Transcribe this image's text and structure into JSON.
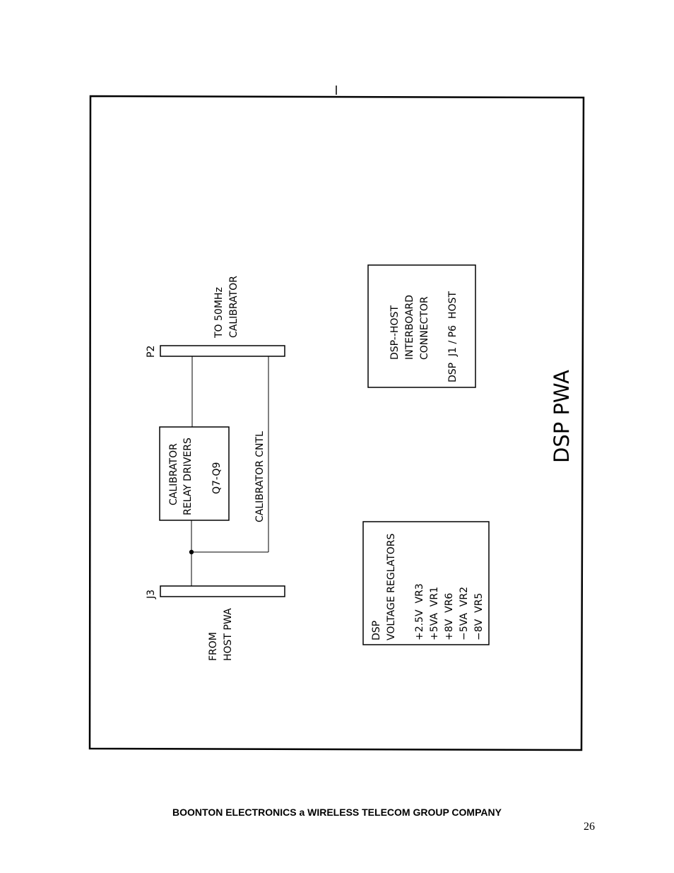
{
  "diagram": {
    "connector_j3": "J3",
    "from_host_lines": [
      "FROM",
      "HOST PWA"
    ],
    "connector_p2": "P2",
    "to_calibrator_lines": [
      "TO 50MHz",
      "CALIBRATOR"
    ],
    "calibrator_drivers_lines": [
      "CALIBRATOR",
      "RELAY DRIVERS",
      "Q7-Q9"
    ],
    "calibrator_cntl": "CALIBRATOR CNTL",
    "dsp_host_lines": [
      "DSP--HOST",
      "INTERBOARD",
      "CONNECTOR",
      "DSP  J1 / P6  HOST"
    ],
    "voltage_reg_lines": [
      "DSP",
      "VOLTAGE REGLATORS",
      "+2.5V  VR3",
      "+5VA  VR1",
      "+8V  VR6",
      "−5VA  VR2",
      "−8V  VR5"
    ],
    "board_title": "DSP PWA"
  },
  "footer": {
    "company": "BOONTON ELECTRONICS a WIRELESS TELECOM GROUP COMPANY",
    "page_number": "26"
  }
}
